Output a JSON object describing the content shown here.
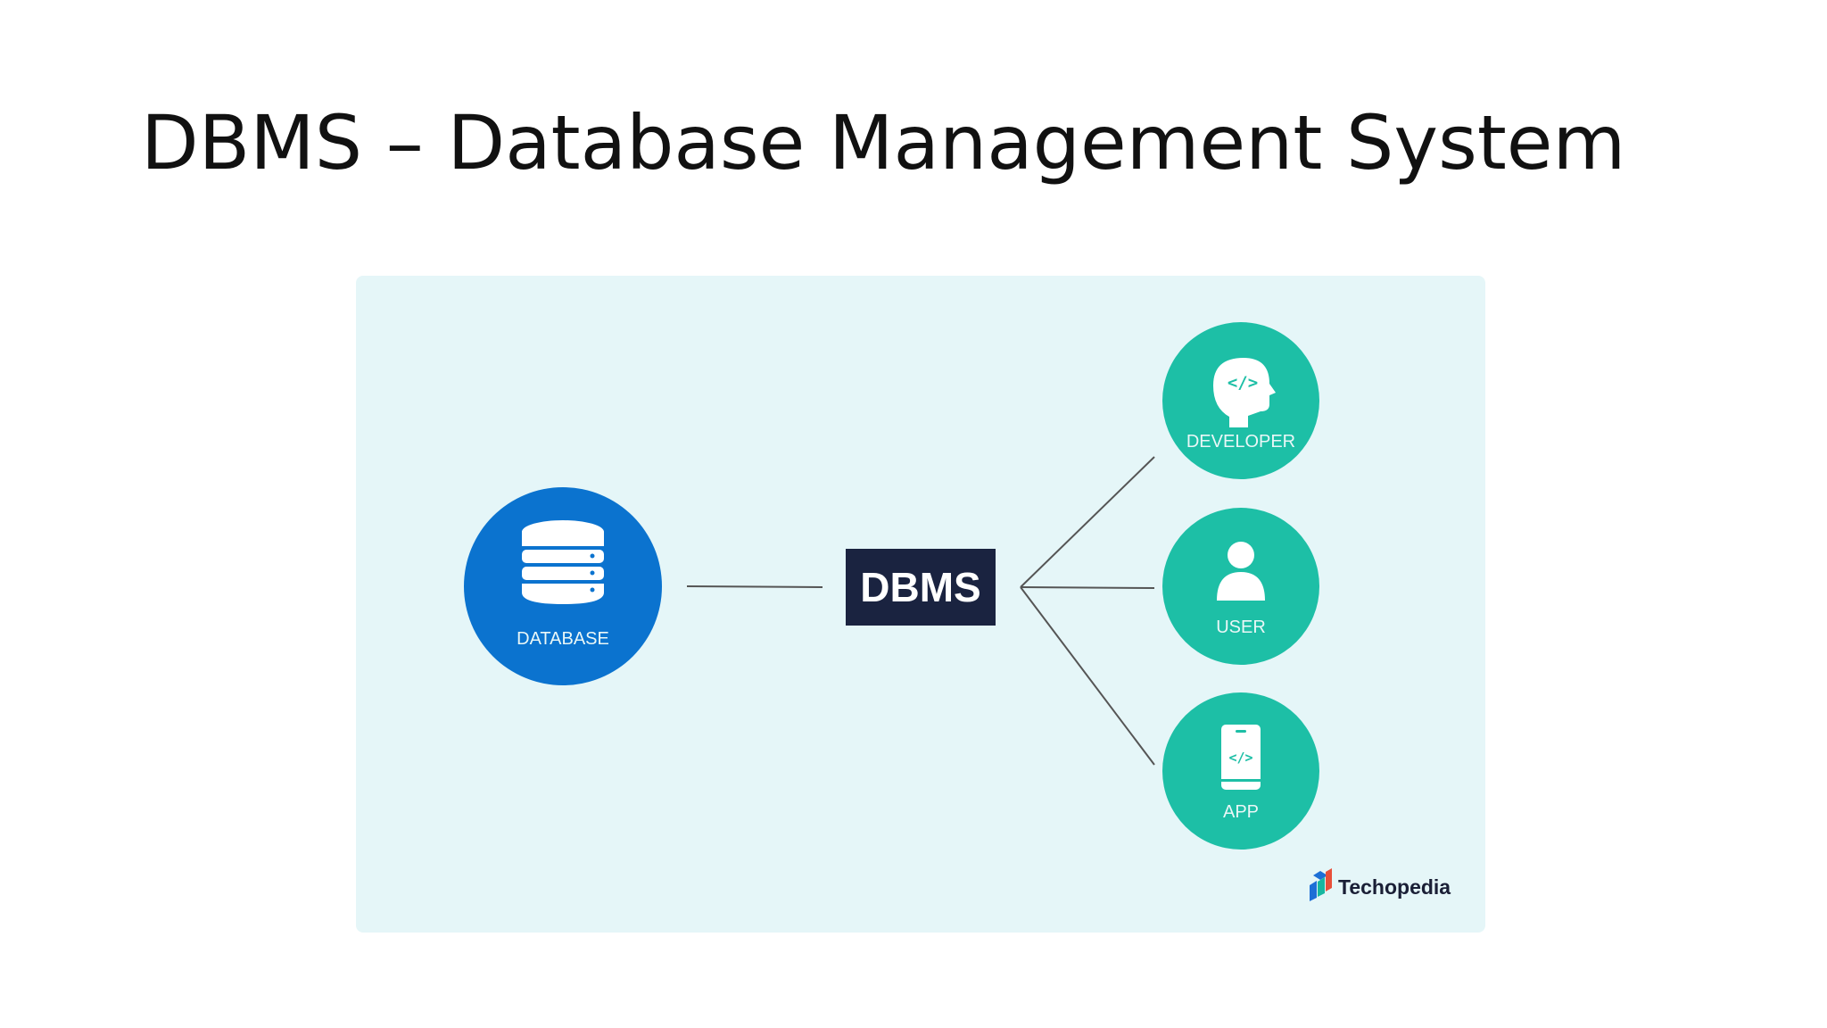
{
  "slide": {
    "title": "DBMS – Database Management System"
  },
  "diagram": {
    "center": {
      "label": "DBMS",
      "color": "#1a2340"
    },
    "source": {
      "label": "DATABASE",
      "color": "#0b73cf",
      "icon": "database-icon"
    },
    "targets": [
      {
        "label": "DEVELOPER",
        "icon": "developer-head-icon"
      },
      {
        "label": "USER",
        "icon": "user-icon"
      },
      {
        "label": "APP",
        "icon": "mobile-app-icon"
      }
    ],
    "target_color": "#1dbfa6",
    "panel_color": "#e5f6f8",
    "brand": {
      "name": "Techopedia",
      "icon": "techopedia-logo-icon"
    }
  }
}
